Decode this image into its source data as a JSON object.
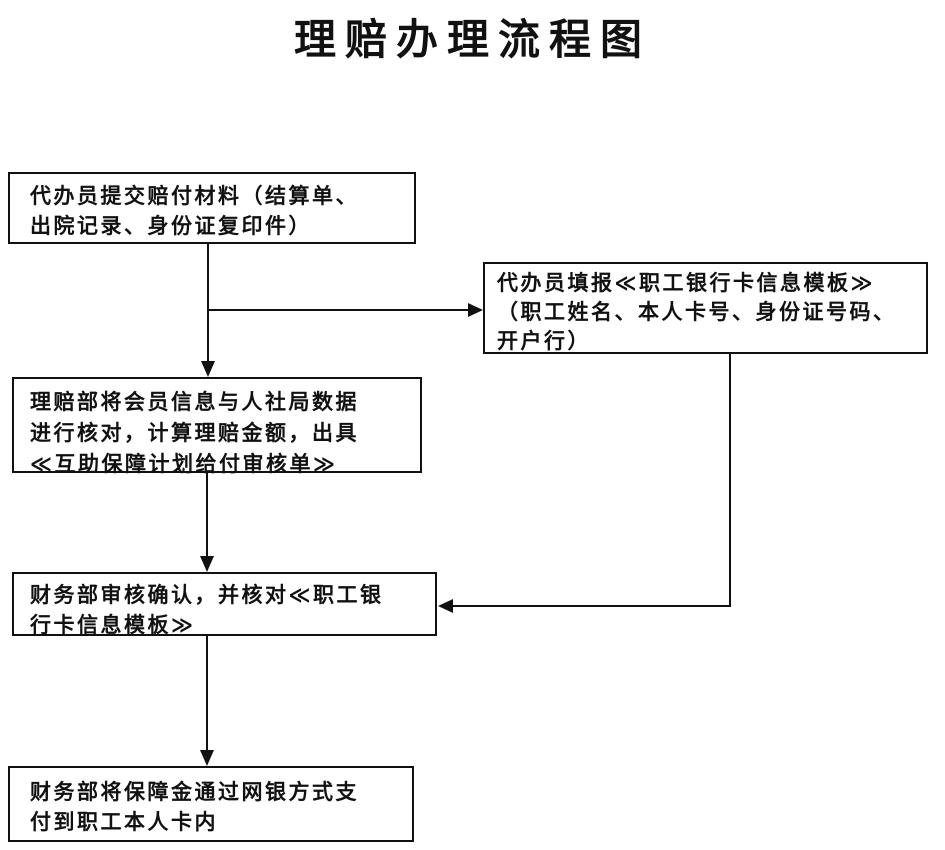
{
  "title": "理赔办理流程图",
  "colors": {
    "background": "#ffffff",
    "border": "#111111",
    "text": "#111111",
    "arrow": "#111111"
  },
  "nodes": [
    {
      "id": "submit-materials",
      "lines": [
        "代办员提交赔付材料（结算单、",
        "出院记录、身份证复印件）"
      ]
    },
    {
      "id": "fill-bank-template",
      "lines": [
        "代办员填报≪职工银行卡信息模板≫",
        "（职工姓名、本人卡号、身份证号码、",
        "开户行）"
      ]
    },
    {
      "id": "claims-dept-verify",
      "lines": [
        "理赔部将会员信息与人社局数据",
        "进行核对，计算理赔金额，出具",
        "≪互助保障计划给付审核单≫"
      ]
    },
    {
      "id": "finance-dept-confirm",
      "lines": [
        "财务部审核确认，并核对≪职工银",
        "行卡信息模板≫"
      ]
    },
    {
      "id": "finance-dept-pay",
      "lines": [
        "财务部将保障金通过网银方式支",
        "付到职工本人卡内"
      ]
    }
  ]
}
